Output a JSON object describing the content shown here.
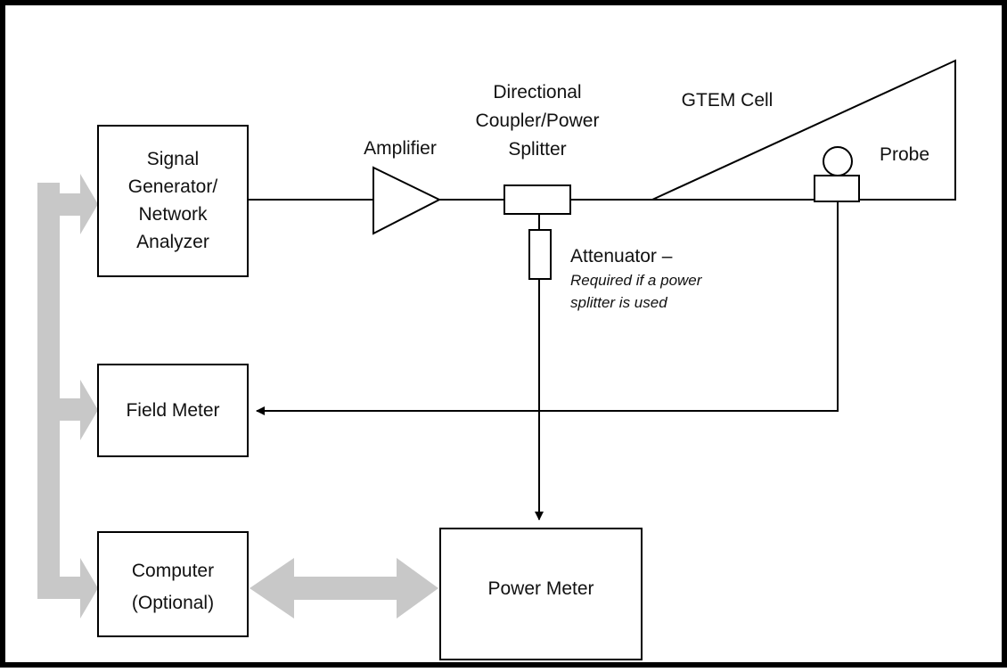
{
  "diagram": {
    "blocks": {
      "signal_generator": [
        "Signal",
        "Generator/",
        "Network",
        "Analyzer"
      ],
      "field_meter": [
        "Field Meter"
      ],
      "computer": [
        "Computer",
        "(Optional)"
      ],
      "power_meter": [
        "Power Meter"
      ]
    },
    "labels": {
      "amplifier": "Amplifier",
      "coupler": [
        "Directional",
        "Coupler/Power",
        "Splitter"
      ],
      "gtem_cell": "GTEM Cell",
      "probe": "Probe",
      "attenuator": "Attenuator –",
      "attenuator_note": [
        "Required if a power",
        "splitter is used"
      ]
    },
    "colors": {
      "frame": "#000000",
      "line": "#000000",
      "control_bus": "#c8c8c8"
    }
  }
}
